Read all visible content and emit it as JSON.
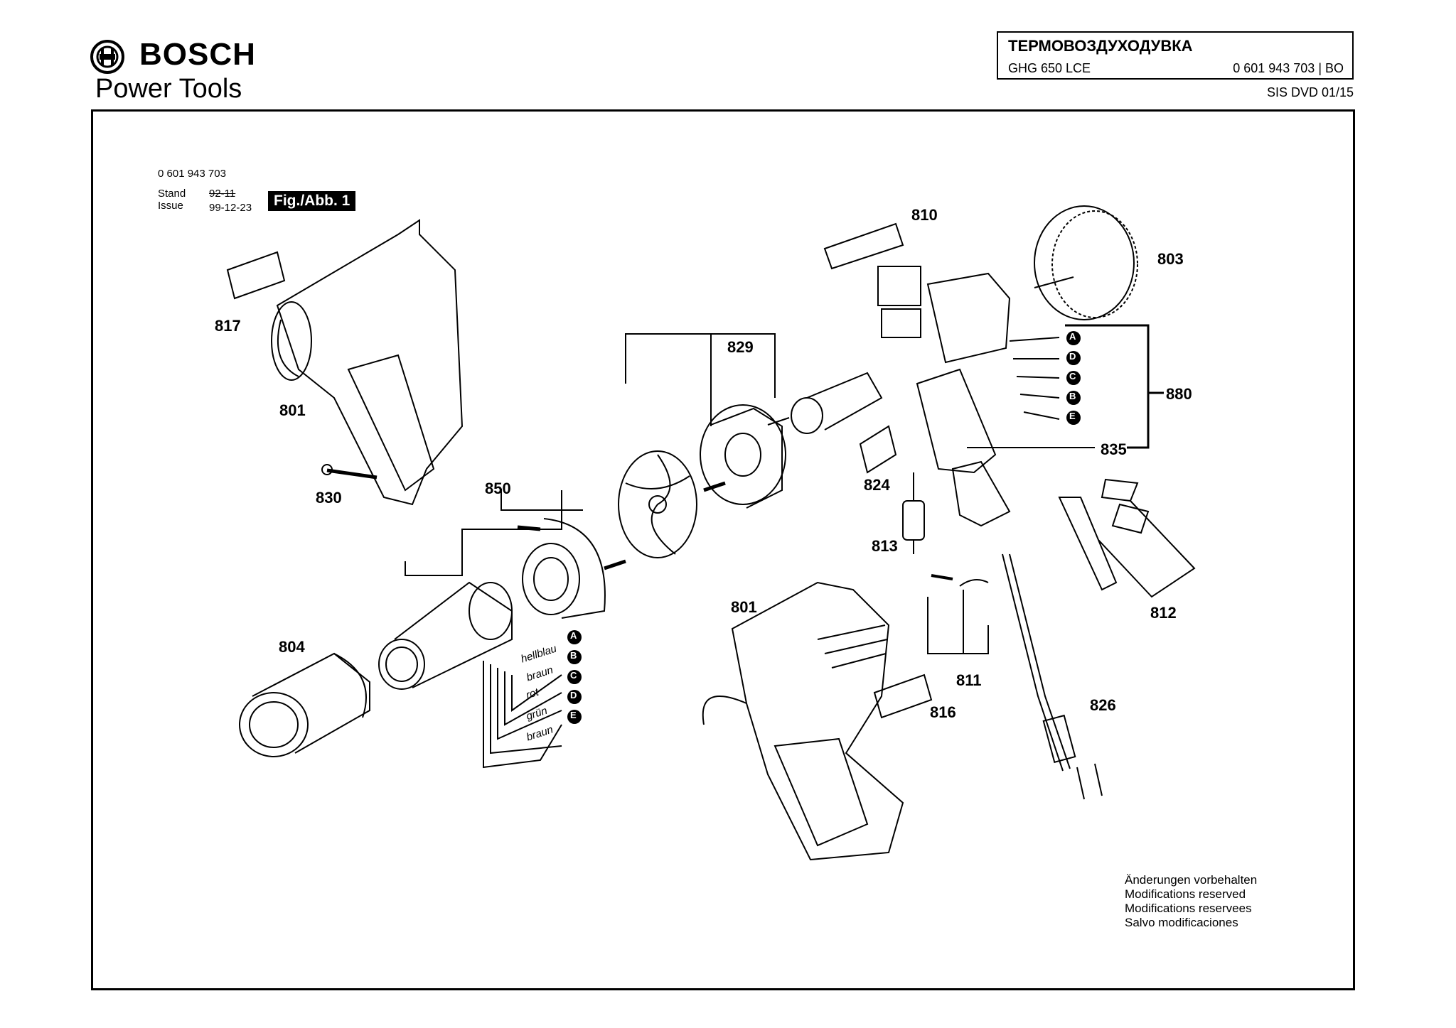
{
  "header": {
    "brand": "BOSCH",
    "subbrand": "Power Tools",
    "title_ru": "ТЕРМОВОЗДУХОДУВКА",
    "model": "GHG 650 LCE",
    "part_number": "0 601 943 703 | BO",
    "edition": "SIS DVD 01/15"
  },
  "figure": {
    "part_number": "0 601 943 703",
    "stand_label": "Stand",
    "issue_label": "Issue",
    "stand_value": "92-11",
    "issue_value": "99-12-23",
    "fig_label": "Fig./Abb. 1"
  },
  "callouts": [
    "801",
    "801",
    "803",
    "804",
    "810",
    "811",
    "812",
    "813",
    "816",
    "817",
    "824",
    "826",
    "829",
    "830",
    "835",
    "850",
    "880"
  ],
  "wires": {
    "letters": [
      "A",
      "B",
      "C",
      "D",
      "E"
    ],
    "colors_left": [
      "hellblau",
      "braun",
      "rot",
      "grün",
      "braun"
    ]
  },
  "notes": [
    "Änderungen vorbehalten",
    "Modifications reserved",
    "Modifications reservees",
    "Salvo modificaciones"
  ]
}
